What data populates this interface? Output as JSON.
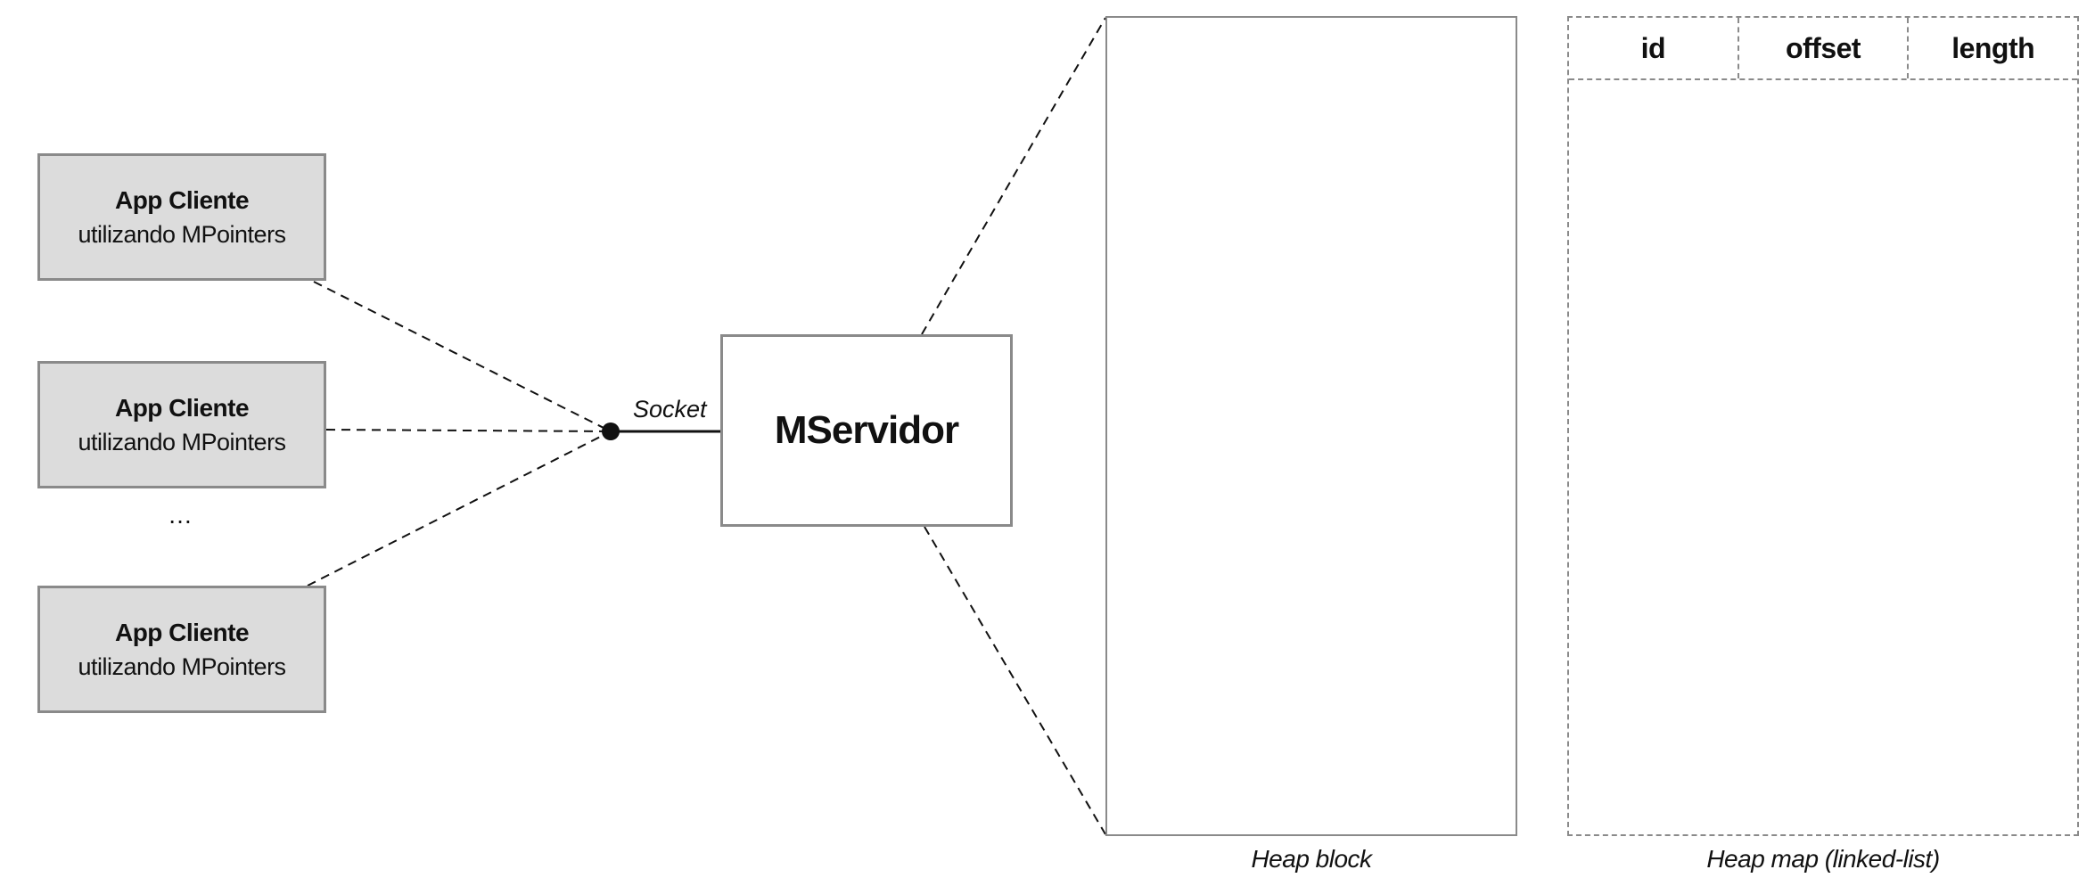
{
  "clients": [
    {
      "title": "App Cliente",
      "subtitle": "utilizando MPointers"
    },
    {
      "title": "App Cliente",
      "subtitle": "utilizando MPointers"
    },
    {
      "title": "App Cliente",
      "subtitle": "utilizando MPointers"
    }
  ],
  "ellipsis": "…",
  "socket_label": "Socket",
  "server": {
    "label": "MServidor"
  },
  "heap_block": {
    "caption": "Heap block"
  },
  "heap_map": {
    "columns": [
      "id",
      "offset",
      "length"
    ],
    "caption": "Heap map (linked-list)"
  },
  "colors": {
    "client_fill": "#dcdcdc",
    "box_border": "#8a8a8a",
    "line": "#111111"
  }
}
